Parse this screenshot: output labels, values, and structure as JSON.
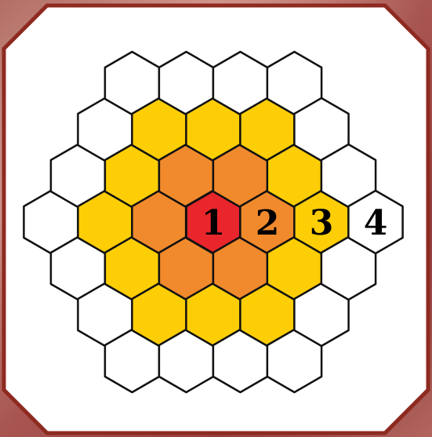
{
  "colors": {
    "center": "#e8262b",
    "ring2": "#f18a2c",
    "ring3": "#fdce06",
    "ring4": "#ffffff",
    "stroke": "#111111",
    "frame_border": "#8e2a20",
    "frame_fill": "#ffffff"
  },
  "labels": [
    {
      "text": "1",
      "ring": 1
    },
    {
      "text": "2",
      "ring": 2
    },
    {
      "text": "3",
      "ring": 3
    },
    {
      "text": "4",
      "ring": 4
    }
  ]
}
